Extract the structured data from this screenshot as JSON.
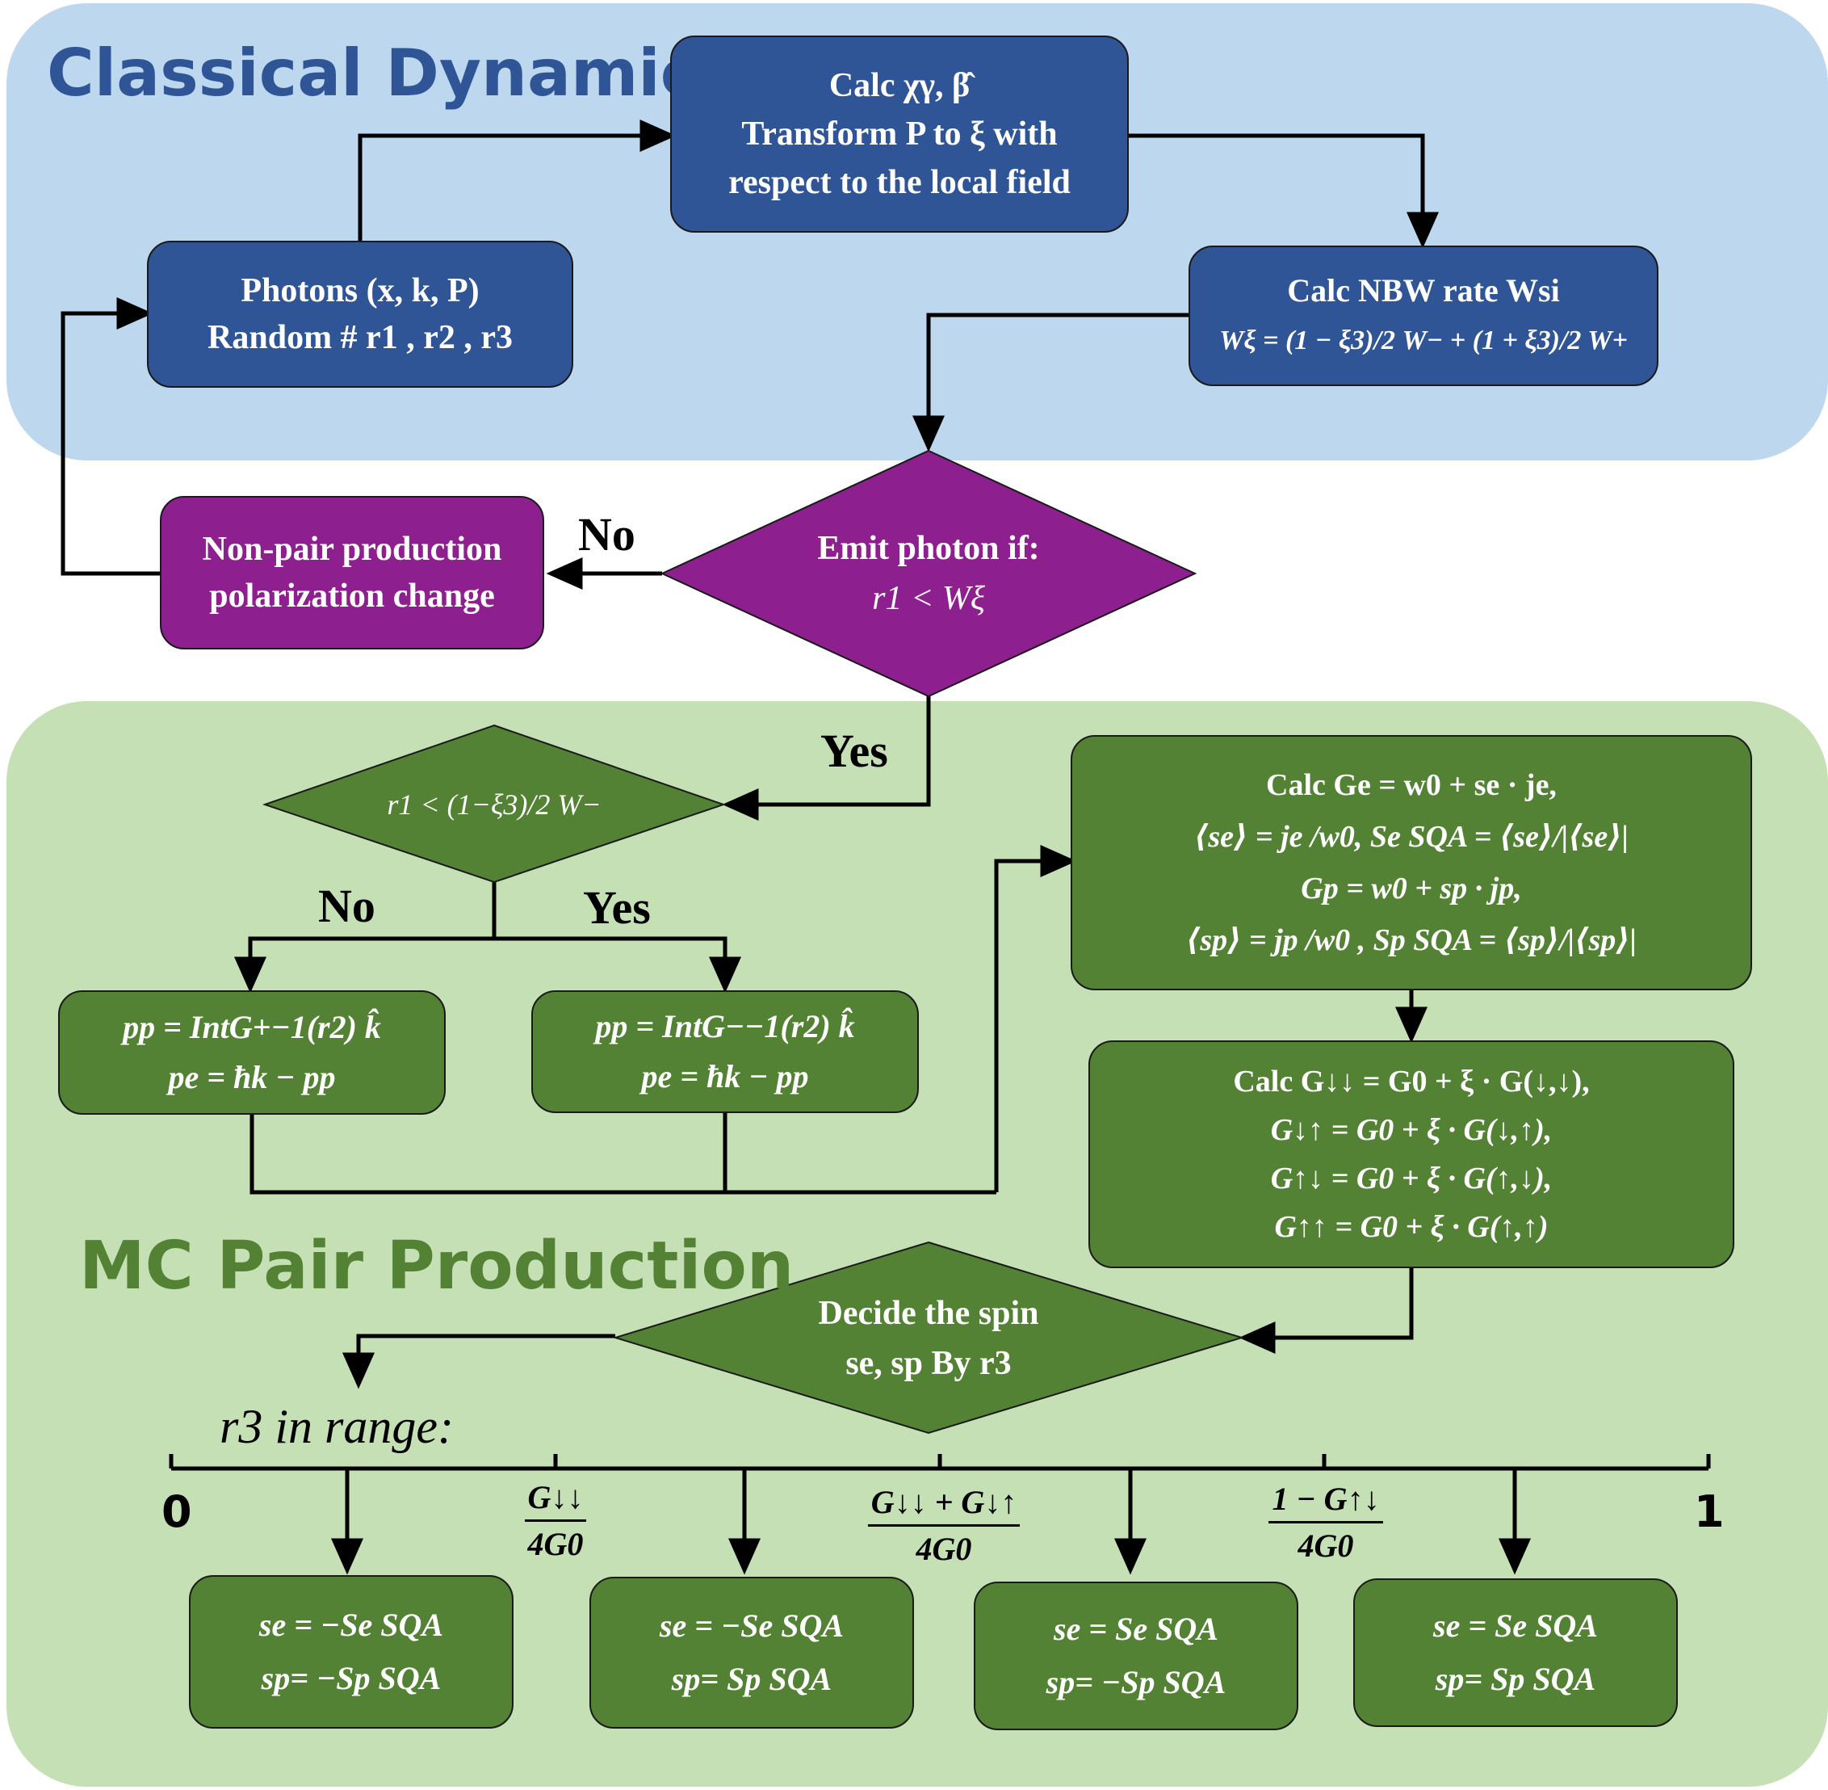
{
  "colors": {
    "classical_bg": "#bdd7ee",
    "pair_bg": "#c5e0b4",
    "blue_box": "#2f5597",
    "purple": "#8e1f8e",
    "green_box": "#548235",
    "classical_title": "#2f5597",
    "pair_title": "#548235"
  },
  "regions": {
    "classical_title": "Classical Dynamics",
    "pair_title": "MC Pair Production"
  },
  "nodes": {
    "calc_chi": [
      "Calc χγ, β̂",
      "Transform P to ξ with",
      "respect to the local field"
    ],
    "photons": [
      "Photons (x, k, P)",
      "Random # r1 , r2 , r3"
    ],
    "calc_nbw": [
      "Calc NBW rate Wsi",
      "Wξ = (1 − ξ3)/2 W− + (1 + ξ3)/2 W+"
    ],
    "non_pair": [
      "Non-pair production",
      "polarization change"
    ],
    "emit": [
      "Emit photon if:",
      "r1 < Wξ"
    ],
    "r1_cond": [
      "r1 < (1−ξ3)/2 W−"
    ],
    "pp_plus": [
      "pp = IntG+−1(r2) k̂",
      "pe = ħk − pp"
    ],
    "pp_minus": [
      "pp = IntG−−1(r2) k̂",
      "pe = ħk − pp"
    ],
    "calc_ge": [
      "Calc Ge = w0 + se · je,",
      "⟨se⟩ = je /w0, Se SQA = ⟨se⟩/|⟨se⟩|",
      "Gp = w0 + sp · jp,",
      "⟨sp⟩ = jp /w0 , Sp SQA = ⟨sp⟩/|⟨sp⟩|"
    ],
    "calc_g": [
      "Calc G↓↓ =  G0 + ξ · G(↓,↓),",
      "G↓↑ =  G0 + ξ · G(↓,↑),",
      "G↑↓ =  G0 + ξ · G(↑,↓),",
      "G↑↑ =  G0 + ξ · G(↑,↑)"
    ],
    "decide": [
      "Decide the spin",
      "se, sp By r3"
    ],
    "out1": [
      "se = −Se SQA",
      "sp= −Sp SQA"
    ],
    "out2": [
      "se = −Se SQA",
      "sp= Sp SQA"
    ],
    "out3": [
      "se = Se SQA",
      "sp= −Sp SQA"
    ],
    "out4": [
      "se = Se SQA",
      "sp= Sp SQA"
    ]
  },
  "labels": {
    "no_top": "No",
    "yes_top": "Yes",
    "no_left": "No",
    "yes_mid": "Yes",
    "range": "r3 in range:"
  },
  "axis": {
    "start": "0",
    "end": "1",
    "frac1_num": "G↓↓",
    "frac1_den": "4G0",
    "frac2_num": "G↓↓ + G↓↑",
    "frac2_den": "4G0",
    "frac3_num": "1 − G↑↓",
    "frac3_den": "4G0"
  }
}
